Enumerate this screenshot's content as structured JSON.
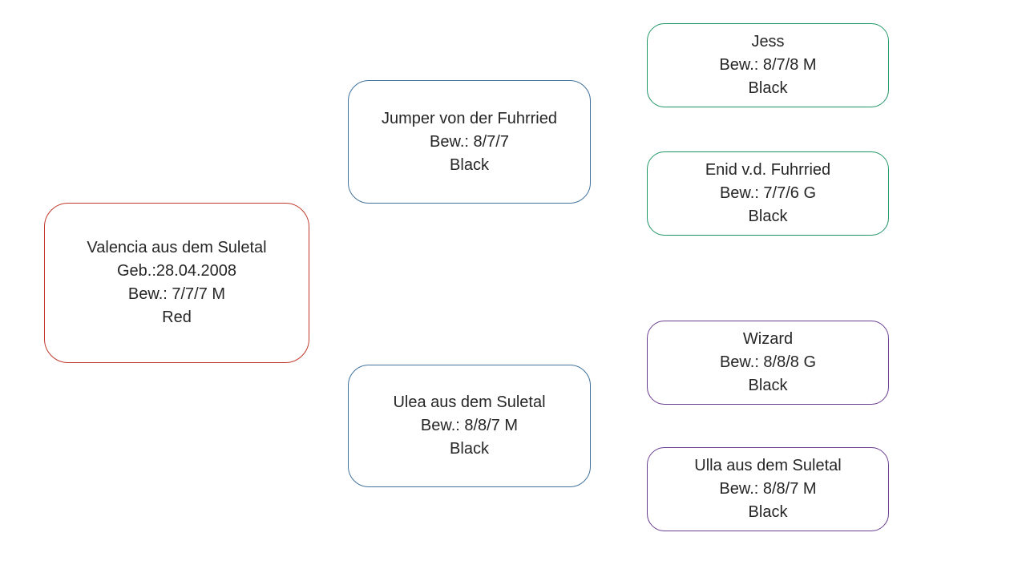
{
  "diagram": {
    "background": "#ffffff",
    "text_color": "#262626",
    "nodes": {
      "valencia": {
        "border_color": "#c0392b",
        "lines": [
          "Valencia aus dem Suletal",
          "Geb.:28.04.2008",
          "Bew.: 7/7/7 M",
          "Red"
        ]
      },
      "jumper": {
        "border_color": "#41719c",
        "lines": [
          "Jumper von der Fuhrried",
          "Bew.: 8/7/7",
          "Black"
        ]
      },
      "ulea": {
        "border_color": "#41719c",
        "lines": [
          "Ulea aus dem Suletal",
          "Bew.: 8/8/7 M",
          "Black"
        ]
      },
      "jess": {
        "border_color": "#219667",
        "lines": [
          "Jess",
          "Bew.: 8/7/8 M",
          "Black"
        ]
      },
      "enid": {
        "border_color": "#219667",
        "lines": [
          "Enid v.d. Fuhrried",
          "Bew.: 7/7/6 G",
          "Black"
        ]
      },
      "wizard": {
        "border_color": "#6a3d8f",
        "lines": [
          "Wizard",
          "Bew.: 8/8/8 G",
          "Black"
        ]
      },
      "ulla": {
        "border_color": "#6a3d8f",
        "lines": [
          "Ulla aus dem Suletal",
          "Bew.: 8/8/7 M",
          "Black"
        ]
      }
    }
  }
}
